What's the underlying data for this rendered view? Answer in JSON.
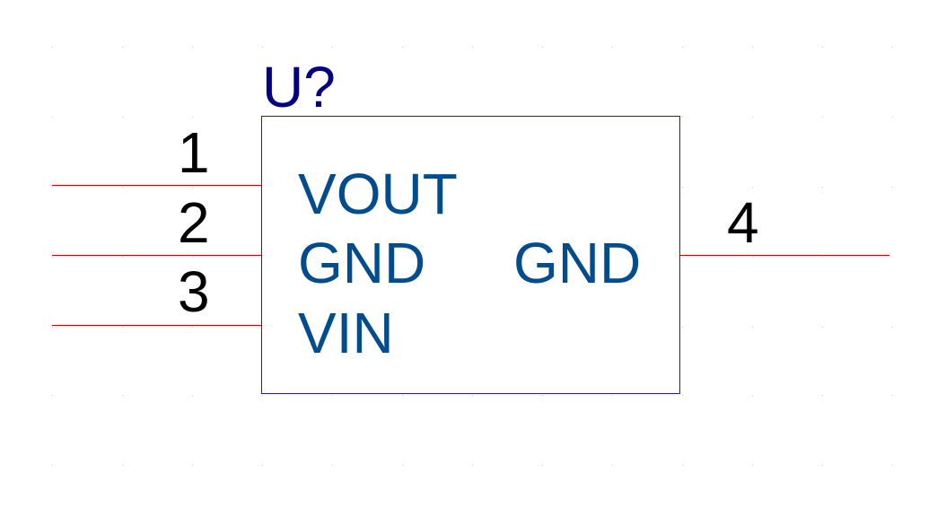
{
  "component": {
    "reference": "U?",
    "left_pins": [
      {
        "number": "1",
        "name": "VOUT"
      },
      {
        "number": "2",
        "name": "GND"
      },
      {
        "number": "3",
        "name": "VIN"
      }
    ],
    "right_pins": [
      {
        "number": "4",
        "name": "GND"
      }
    ]
  },
  "colors": {
    "wire": "#c80000",
    "body_outline": "#202090",
    "reference": "#000080",
    "pin_number": "#000000",
    "pin_name": "#004c8c",
    "grid": "#c8c8c8"
  }
}
